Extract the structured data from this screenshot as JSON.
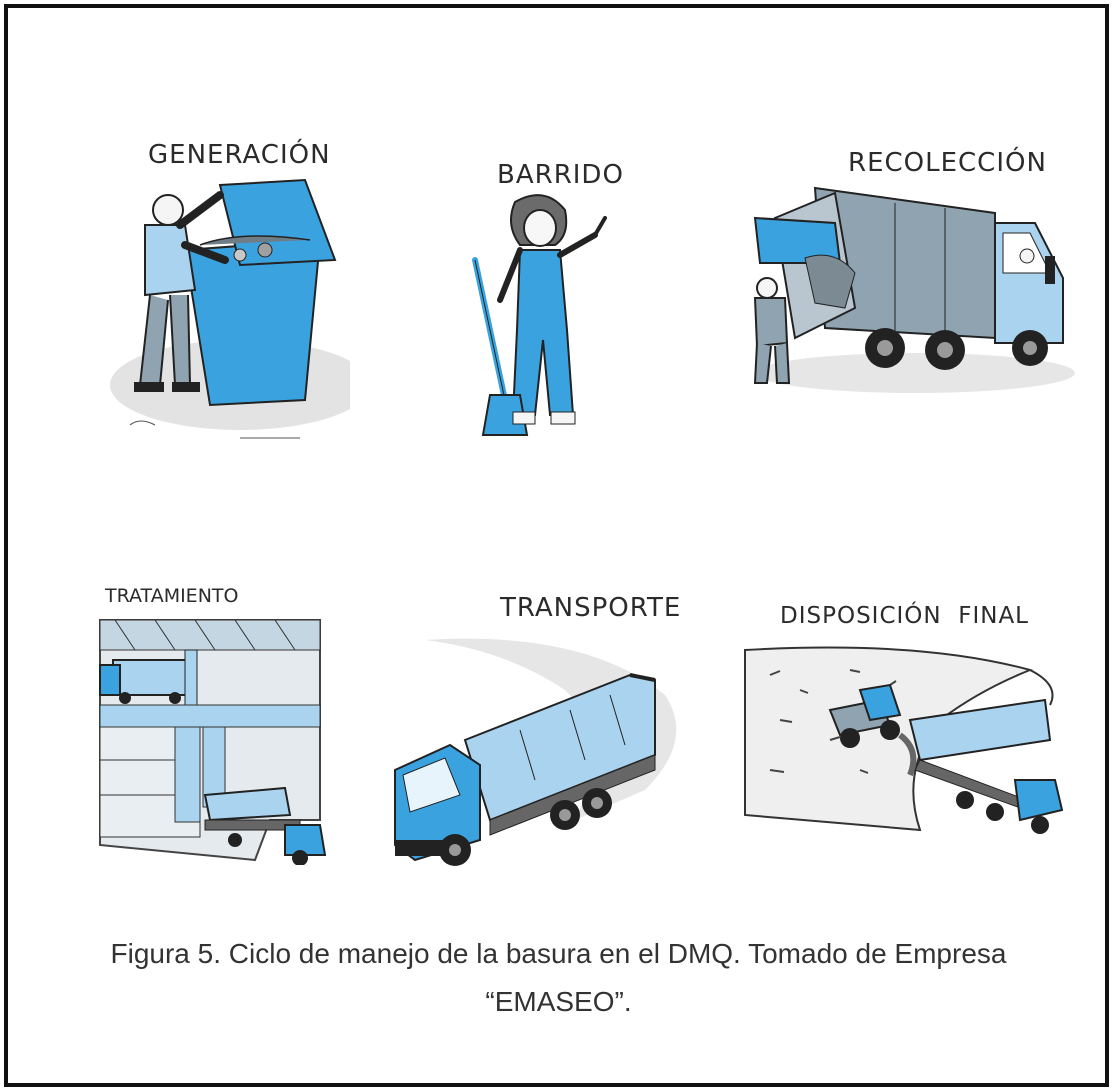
{
  "stages": {
    "generacion": "GENERACIÓN",
    "barrido": "BARRIDO",
    "recoleccion": "RECOLECCIÓN",
    "tratamiento": "TRATAMIENTO",
    "transporte": "TRANSPORTE",
    "disposicion": "DISPOSICIÓN  FINAL"
  },
  "caption": {
    "line1": "Figura 5. Ciclo de manejo de la basura en el DMQ. Tomado de Empresa",
    "line2": "“EMASEO”."
  },
  "colors": {
    "accent_blue": "#3aa3df",
    "light_blue": "#a9d3ee",
    "outline": "#222222",
    "gray": "#8fa3b0",
    "shadow": "#e3e3e3"
  }
}
